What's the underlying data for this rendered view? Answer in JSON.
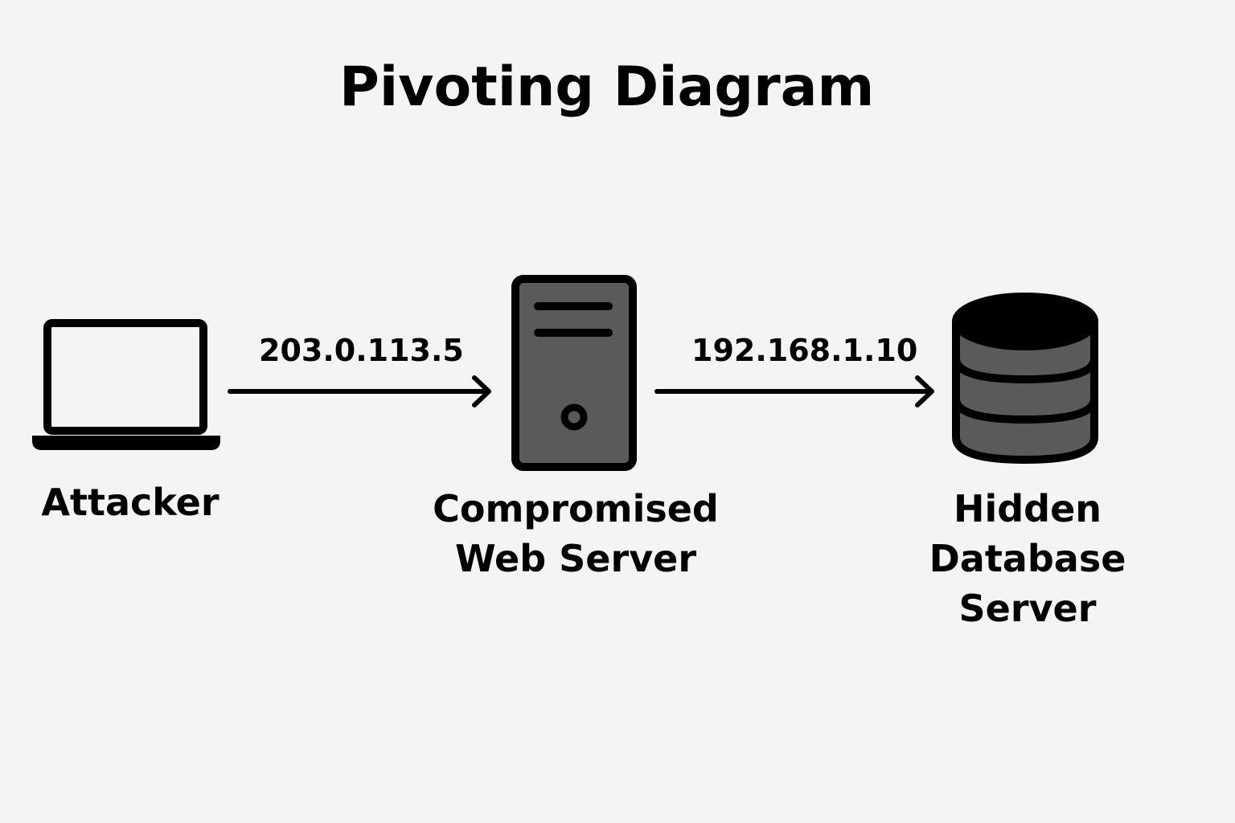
{
  "title": "Pivoting Diagram",
  "nodes": [
    {
      "id": "attacker",
      "lines": [
        "Attacker"
      ],
      "icon": "laptop-icon"
    },
    {
      "id": "web-server",
      "lines": [
        "Compromised",
        "Web Server"
      ],
      "icon": "server-tower-icon"
    },
    {
      "id": "database",
      "lines": [
        "Hidden",
        "Database",
        "Server"
      ],
      "icon": "database-icon"
    }
  ],
  "edges": [
    {
      "from": "attacker",
      "to": "web-server",
      "label": "203.0.113.5"
    },
    {
      "from": "web-server",
      "to": "database",
      "label": "192.168.1.10"
    }
  ],
  "colors": {
    "background": "#f4f4f4",
    "stroke": "#000000",
    "fill_dark": "#5a5a5a",
    "fill_light": "#f4f4f4"
  }
}
